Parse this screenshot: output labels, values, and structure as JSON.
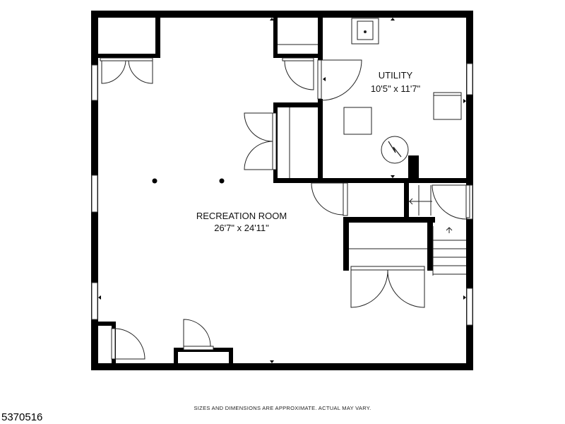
{
  "rooms": {
    "recreation": {
      "name": "RECREATION ROOM",
      "dimensions": "26'7\" x 24'11\""
    },
    "utility": {
      "name": "UTILITY",
      "dimensions": "10'5\" x 11'7\""
    }
  },
  "footer": {
    "disclaimer": "SIZES AND DIMENSIONS ARE APPROXIMATE. ACTUAL MAY VARY.",
    "listing_id": "5370516"
  },
  "colors": {
    "wall": "#000000",
    "line": "#222222",
    "background": "#ffffff"
  }
}
